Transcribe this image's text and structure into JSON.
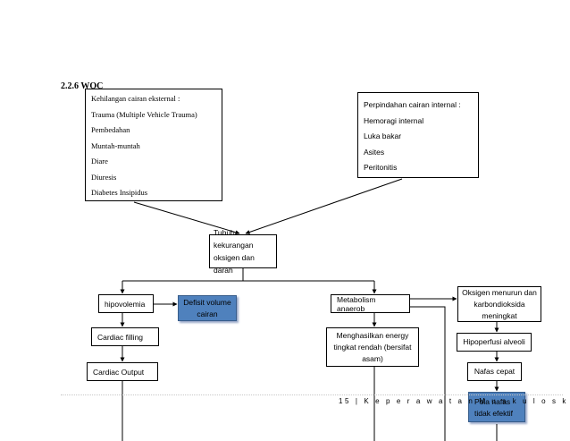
{
  "heading": "2.2.6 WOC",
  "external_box": {
    "items": [
      "Kehilangan cairan eksternal :",
      "Trauma (Multiple Vehicle Trauma)",
      "Pembedahan",
      "Muntah-muntah",
      "Diare",
      "Diuresis",
      "Diabetes Insipidus"
    ]
  },
  "internal_box": {
    "items": [
      "Perpindahan cairan internal :",
      "Hemoragi internal",
      "Luka bakar",
      "Asites",
      "Peritonitis"
    ]
  },
  "nodes": {
    "tubuh": "Tubuh kekurangan oksigen dan darah",
    "hipovolemia": "hipovolemia",
    "defisit": "Defisit volume cairan",
    "cardiac_filling": "Cardiac filling",
    "cardiac_output": "Cardiac Output",
    "metabolisme": "Metabolism anaerob",
    "menghasilkan": "Menghasilkan energy tingkat rendah (bersifat asam)",
    "oksigen_menurun": "Oksigen menurun dan karbondioksida meningkat",
    "hipoperfusi": "Hipoperfusi alveoli",
    "nafas_cepat": "Nafas cepat",
    "pola_nafas": "Pola nafas tidak efektif"
  },
  "footer": "15 | K e p e r a w a t a n   M u s k u l o s k"
}
